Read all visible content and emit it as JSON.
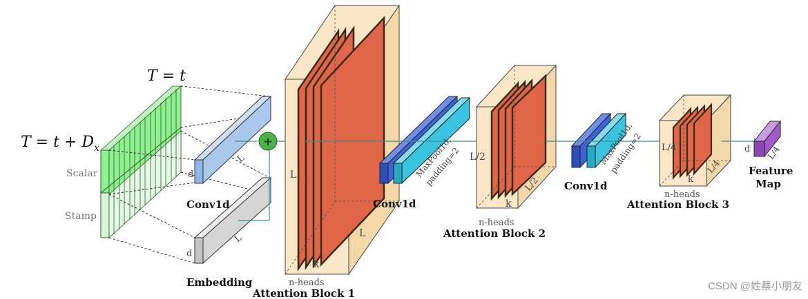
{
  "labels": {
    "time_top": "T = t",
    "time_side": "T = t + D",
    "time_side_sub": "x",
    "scalar": "Scalar",
    "stamp": "Stamp",
    "conv1d": "Conv1d",
    "embedding": "Embedding",
    "attention_1": "Attention Block 1",
    "attention_2": "Attention Block 2",
    "attention_3": "Attention Block 3",
    "feature_line1": "Feature",
    "feature_line2": "Map",
    "n_heads": "n-heads",
    "maxpool": "MaxPool1d,",
    "padding": "padding=2",
    "maxpool_b": "MaxPool1d,",
    "padding_b": "padding=2",
    "dim_L": "L",
    "dim_d": "d",
    "dim_k": "k",
    "dim_L2": "L/2",
    "dim_L4": "L/4",
    "plus": "+"
  },
  "watermark": "CSDN @姓蔡小朋友",
  "colors": {
    "green": "#8ef08e",
    "blue_light": "#a9c8ec",
    "gray": "#d5d5d5",
    "peach": "#fbe7c7",
    "orange": "#e0664a",
    "blue_dark": "#3f63d6",
    "cyan": "#39c3df",
    "purple": "#a259c7",
    "teal_arrow": "#3a8f8f",
    "plus_green": "#4bb24b"
  }
}
